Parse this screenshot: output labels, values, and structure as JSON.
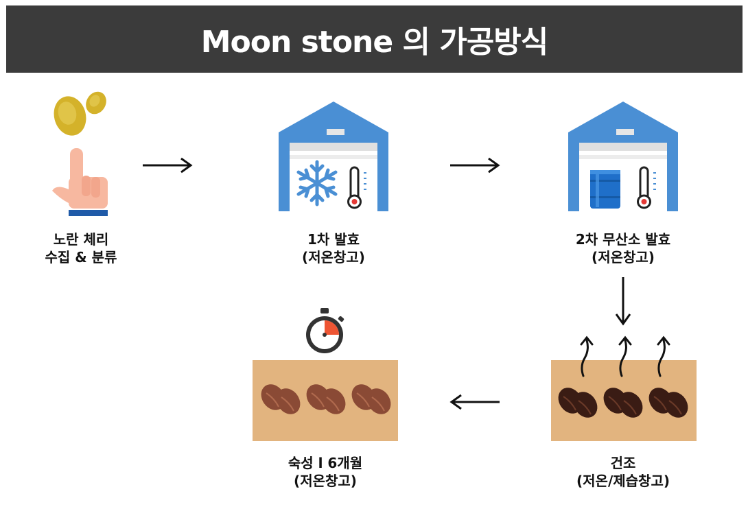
{
  "header": {
    "title": "Moon stone 의 가공방식"
  },
  "steps": [
    {
      "line1": "노란 체리",
      "line2": "수집 & 분류",
      "icon": "hand-picking-cherries-icon"
    },
    {
      "line1": "1차 발효",
      "line2": "(저온창고)",
      "icon": "cold-warehouse-icon"
    },
    {
      "line1": "2차 무산소 발효",
      "line2": "(저온창고)",
      "icon": "warehouse-barrel-icon"
    },
    {
      "line1": "건조",
      "line2": "(저온/제습창고)",
      "icon": "drying-beans-icon"
    },
    {
      "line1": "숙성 l 6개월",
      "line2": "(저온창고)",
      "icon": "aging-beans-stopwatch-icon"
    }
  ],
  "colors": {
    "header_bg": "#3b3b3b",
    "warehouse_blue": "#4a8fd4",
    "bean_tray": "#e2b47f",
    "light_bean": "#8a4a35",
    "dark_bean": "#3a1c14",
    "cherry_yellow": "#d4b22a",
    "stopwatch_red": "#ee5533"
  }
}
